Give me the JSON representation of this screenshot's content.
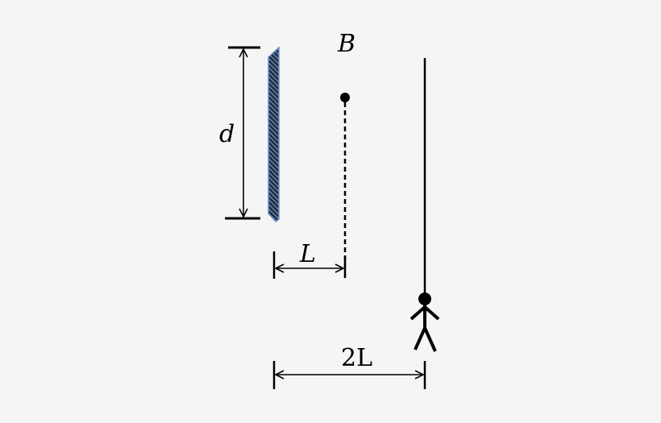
{
  "diagram": {
    "background": "#f5f5f5",
    "line_color": "#000000",
    "mirror": {
      "fill_color": "#1e2f4a",
      "edge_color": "#6b8fc4",
      "hatch_color": "#a9c1e6"
    },
    "labels": {
      "d": "d",
      "B": "B",
      "L": "L",
      "two_L": "2L"
    },
    "elements": {
      "mirror": "plane mirror of height d",
      "point_B": "point object B at distance L from mirror",
      "observer": "stick-figure observer at distance 2L from mirror",
      "vertical_line": "vertical line above observer (path of observer)"
    }
  }
}
